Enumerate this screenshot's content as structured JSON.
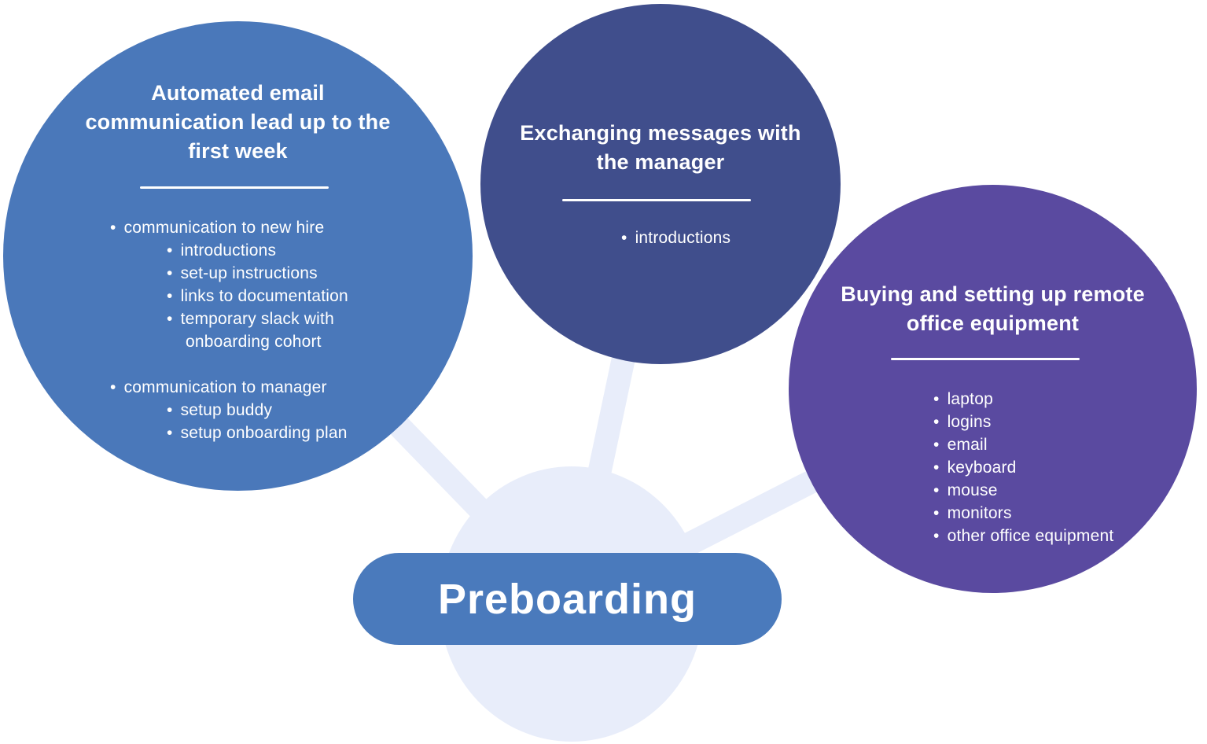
{
  "diagram": {
    "center": {
      "label": "Preboarding"
    },
    "colors": {
      "left_circle_blue": "#4a78ba",
      "middle_circle_navy": "#404e8c",
      "right_circle_purple": "#5a4aa0",
      "hub_lavender": "#e8edfa",
      "pill_blue": "#4a7abc",
      "text": "#ffffff"
    },
    "circles": [
      {
        "title": "Automated email communication lead up to the first week",
        "title_lines": [
          "Automated email",
          "communication lead up to the",
          "first week"
        ],
        "bullets": [
          {
            "text": "communication to new hire"
          },
          {
            "text": "introductions"
          },
          {
            "text": "set-up instructions"
          },
          {
            "text": "links to documentation"
          },
          {
            "text": "temporary slack with"
          },
          {
            "text": "onboarding cohort"
          },
          {
            "text": "communication to manager"
          },
          {
            "text": "setup buddy"
          },
          {
            "text": "setup onboarding plan"
          }
        ]
      },
      {
        "title": "Exchanging messages with the manager",
        "title_lines": [
          "Exchanging messages with",
          "the manager"
        ],
        "bullets": [
          {
            "text": "introductions"
          }
        ]
      },
      {
        "title": "Buying and setting up remote office equipment",
        "title_lines": [
          "Buying and setting up remote",
          "office equipment"
        ],
        "bullets": [
          {
            "text": "laptop"
          },
          {
            "text": "logins"
          },
          {
            "text": "email"
          },
          {
            "text": "keyboard"
          },
          {
            "text": "mouse"
          },
          {
            "text": "monitors"
          },
          {
            "text": "other office equipment"
          }
        ]
      }
    ]
  }
}
